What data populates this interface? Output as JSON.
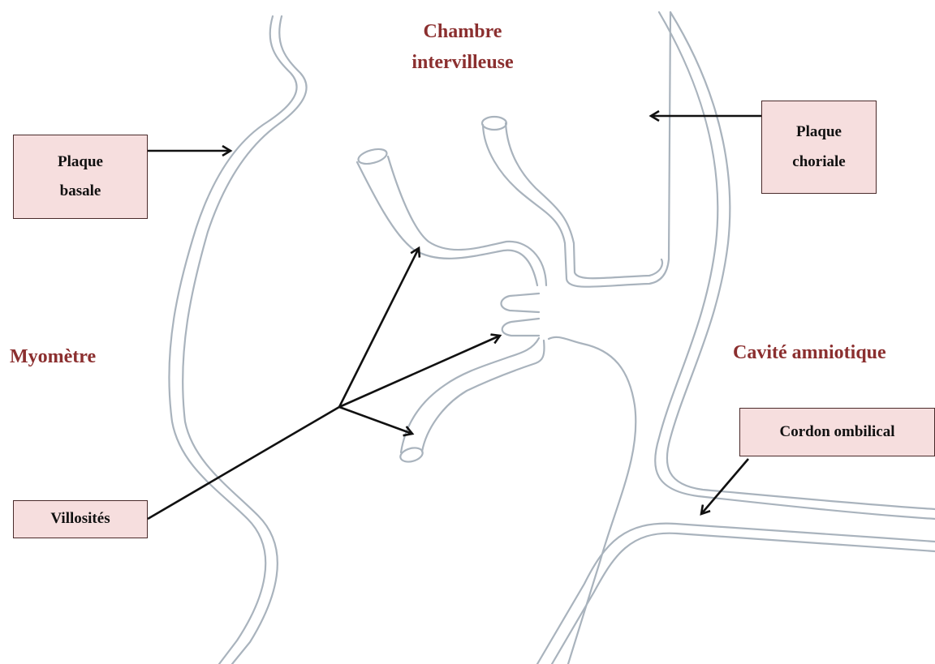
{
  "regions": {
    "chambre_line1": "Chambre",
    "chambre_line2": "intervilleuse",
    "myometre": "Myomètre",
    "cavite": "Cavité amniotique"
  },
  "callouts": {
    "plaque_basale": [
      "Plaque",
      "basale"
    ],
    "plaque_choriale": [
      "Plaque",
      "choriale"
    ],
    "villosites": "Villosités",
    "cordon": "Cordon ombilical"
  },
  "colors": {
    "region_text": "#8b2f2f",
    "callout_fill": "#f6dede",
    "outline": "#a9b3bd",
    "arrow": "#111111"
  }
}
